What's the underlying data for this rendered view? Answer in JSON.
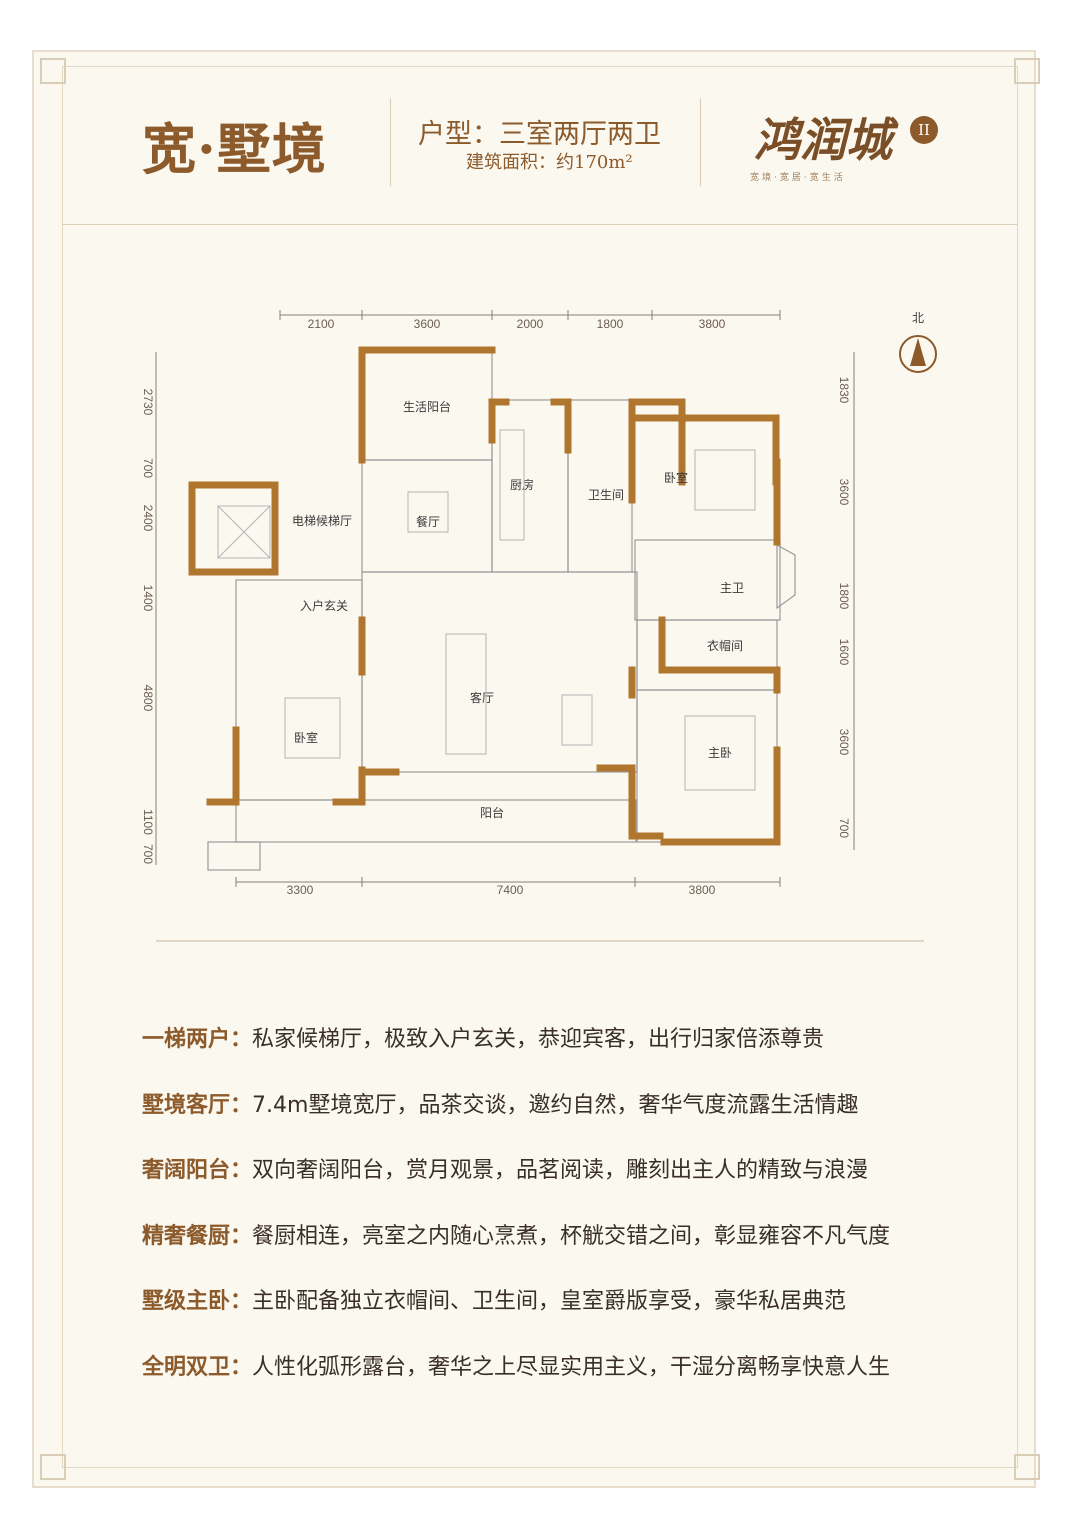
{
  "header": {
    "title": "宽·墅境",
    "unit_type": "户型：三室两厅两卫",
    "area": "建筑面积：约170m²"
  },
  "logo": {
    "name": "鸿润城",
    "badge": "II",
    "tagline": "宽境·宽居·宽生活"
  },
  "compass": {
    "label": "北"
  },
  "plan": {
    "top_dims": [
      "2100",
      "3600",
      "2000",
      "1800",
      "3800"
    ],
    "bottom_dims": [
      "3300",
      "7400",
      "3800"
    ],
    "left_dims": [
      "2730",
      "700",
      "2400",
      "1400",
      "4800",
      "1100",
      "700"
    ],
    "right_dims": [
      "1830",
      "3600",
      "1800",
      "1600",
      "3600",
      "700"
    ],
    "rooms": {
      "living_balcony": "生活阳台",
      "elevator_hall": "电梯候梯厅",
      "dining": "餐厅",
      "kitchen": "厨房",
      "bathroom": "卫生间",
      "bedroom_ne": "卧室",
      "master_bath": "主卫",
      "entrance": "入户玄关",
      "cloakroom": "衣帽间",
      "living_room": "客厅",
      "bedroom_sw": "卧室",
      "master_bedroom": "主卧",
      "balcony": "阳台"
    }
  },
  "features": [
    {
      "label": "一梯两户",
      "text": "私家候梯厅，极致入户玄关，恭迎宾客，出行归家倍添尊贵"
    },
    {
      "label": "墅境客厅",
      "text": "7.4m墅境宽厅，品茶交谈，邀约自然，奢华气度流露生活情趣"
    },
    {
      "label": "奢阔阳台",
      "text": "双向奢阔阳台，赏月观景，品茗阅读，雕刻出主人的精致与浪漫"
    },
    {
      "label": "精奢餐厨",
      "text": "餐厨相连，亮室之内随心烹煮，杯觥交错之间，彰显雍容不凡气度"
    },
    {
      "label": "墅级主卧",
      "text": "主卧配备独立衣帽间、卫生间，皇室爵版享受，豪华私居典范"
    },
    {
      "label": "全明双卫",
      "text": "人性化弧形露台，奢华之上尽显实用主义，干湿分离畅享快意人生"
    }
  ],
  "colors": {
    "accent": "#8c5a2b",
    "wall": "#b0762e",
    "background": "#fbf8f0"
  }
}
